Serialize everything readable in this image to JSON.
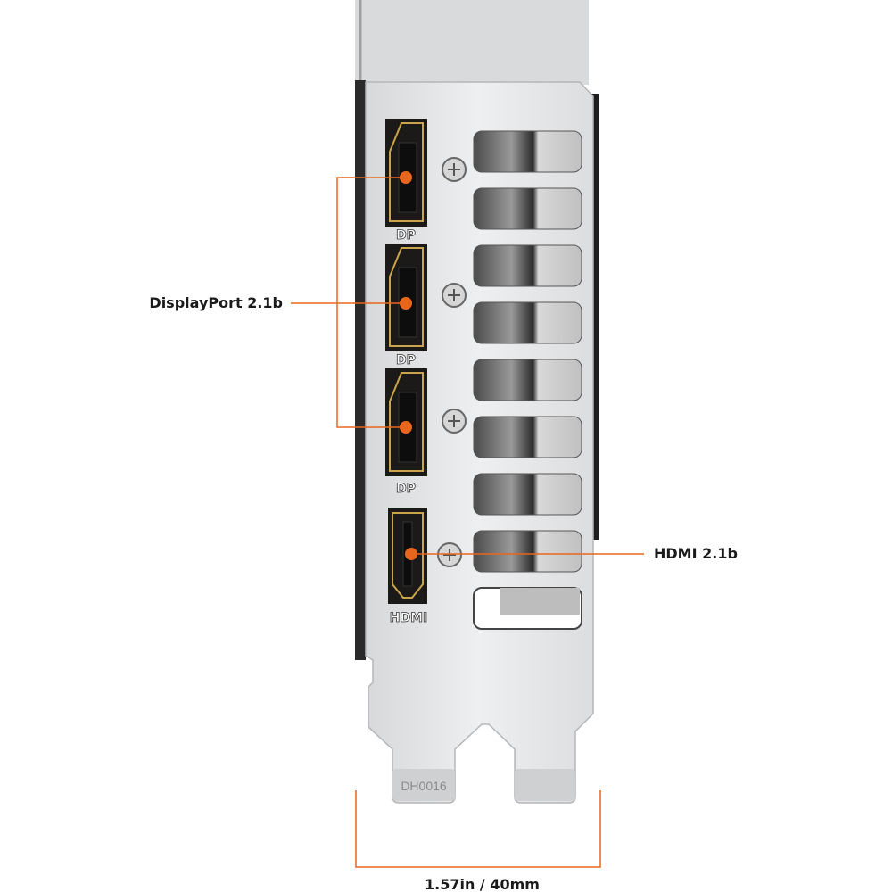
{
  "callouts": {
    "displayport": {
      "label": "DisplayPort 2.1b",
      "count": 3
    },
    "hdmi": {
      "label": "HDMI 2.1b",
      "count": 1
    },
    "width": {
      "label": "1.57in / 40mm"
    }
  },
  "port_markings": {
    "dp": "DP",
    "hdmi": "HDMI"
  },
  "bracket_stamp": "DH0016",
  "colors": {
    "accent": "#e8661c",
    "plate": "#e4e5e7",
    "port_body": "#1b1a18",
    "port_gold": "#c9a44a"
  }
}
